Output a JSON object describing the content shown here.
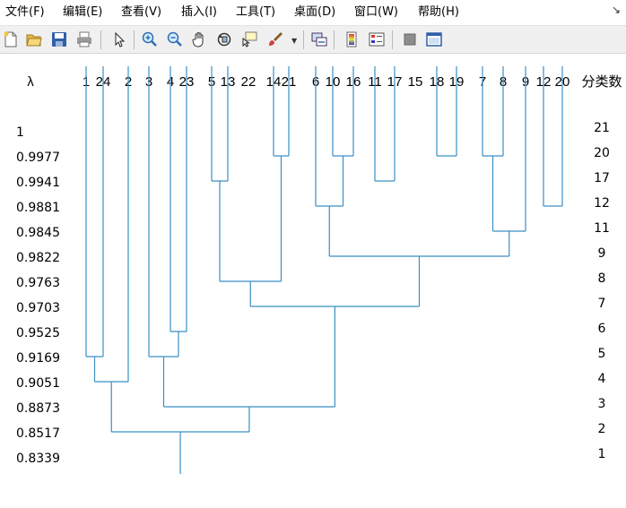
{
  "menu": [
    {
      "name": "menu-file",
      "label": "文件(F)"
    },
    {
      "name": "menu-edit",
      "label": "编辑(E)"
    },
    {
      "name": "menu-view",
      "label": "查看(V)"
    },
    {
      "name": "menu-insert",
      "label": "插入(I)"
    },
    {
      "name": "menu-tools",
      "label": "工具(T)"
    },
    {
      "name": "menu-desktop",
      "label": "桌面(D)"
    },
    {
      "name": "menu-window",
      "label": "窗口(W)"
    },
    {
      "name": "menu-help",
      "label": "帮助(H)"
    }
  ],
  "menubar_arrow": "↘",
  "toolbar": [
    {
      "name": "new-figure-icon",
      "icon": "new-file"
    },
    {
      "name": "open-file-icon",
      "icon": "folder-open"
    },
    {
      "name": "save-icon",
      "icon": "floppy"
    },
    {
      "name": "print-icon",
      "icon": "printer"
    },
    {
      "name": "select-pointer-icon",
      "icon": "arrow-cursor"
    },
    {
      "name": "zoom-in-icon",
      "icon": "magnifier-plus"
    },
    {
      "name": "zoom-out-icon",
      "icon": "magnifier-minus"
    },
    {
      "name": "pan-hand-icon",
      "icon": "hand"
    },
    {
      "name": "rotate-3d-icon",
      "icon": "rotate"
    },
    {
      "name": "data-cursor-icon",
      "icon": "data-tip"
    },
    {
      "name": "brush-icon",
      "icon": "brush"
    },
    {
      "name": "link-plot-icon",
      "icon": "link"
    },
    {
      "name": "colorbar-icon",
      "icon": "colorbar"
    },
    {
      "name": "legend-icon",
      "icon": "legend"
    },
    {
      "name": "hide-plot-tools-icon",
      "icon": "gray-square"
    },
    {
      "name": "show-plot-tools-icon",
      "icon": "window"
    }
  ],
  "colors": {
    "line": "#3a8fc4",
    "menubar": "#ffffff",
    "toolbar": "#f0f0f0"
  },
  "dendrogram": {
    "lambda_header": "λ",
    "class_count_header": "分类数",
    "leaves": [
      "1",
      "24",
      "2",
      "3",
      "4",
      "23",
      "5",
      "13",
      "22",
      "14",
      "21",
      "6",
      "10",
      "16",
      "11",
      "17",
      "15",
      "18",
      "19",
      "7",
      "8",
      "9",
      "12",
      "20"
    ],
    "lambda_values": [
      "1",
      "0.9977",
      "0.9941",
      "0.9881",
      "0.9845",
      "0.9822",
      "0.9763",
      "0.9703",
      "0.9525",
      "0.9169",
      "0.9051",
      "0.8873",
      "0.8517",
      "0.8339"
    ],
    "class_counts": [
      "21",
      "20",
      "17",
      "12",
      "11",
      "9",
      "8",
      "7",
      "6",
      "5",
      "4",
      "3",
      "2",
      "1"
    ],
    "merges": [
      {
        "a": "14",
        "b": "21",
        "level": "0.9977"
      },
      {
        "a": "10",
        "b": "16",
        "level": "0.9977"
      },
      {
        "a": "18",
        "b": "19",
        "level": "0.9977"
      },
      {
        "a": "7",
        "b": "8",
        "level": "0.9977"
      },
      {
        "a": "5",
        "b": "13",
        "level": "0.9941"
      },
      {
        "a": "11",
        "b": "17",
        "level": "0.9941"
      },
      {
        "a": "6",
        "b": "10",
        "level": "0.9881"
      },
      {
        "a": "12",
        "b": "20",
        "level": "0.9881"
      },
      {
        "a": "7",
        "b": "9",
        "level": "0.9845"
      },
      {
        "a": "6",
        "b": "7",
        "level": "0.9822"
      },
      {
        "a": "5",
        "b": "14",
        "level": "0.9763"
      },
      {
        "a": "5",
        "b": "6",
        "level": "0.9703"
      },
      {
        "a": "4",
        "b": "23",
        "level": "0.9525"
      },
      {
        "a": "3",
        "b": "4",
        "level": "0.9169"
      },
      {
        "a": "1",
        "b": "24",
        "level": "0.9169"
      },
      {
        "a": "1",
        "b": "2",
        "level": "0.9051"
      },
      {
        "a": "3",
        "b": "5",
        "level": "0.8873"
      },
      {
        "a": "1",
        "b": "3",
        "level": "0.8517"
      }
    ]
  }
}
